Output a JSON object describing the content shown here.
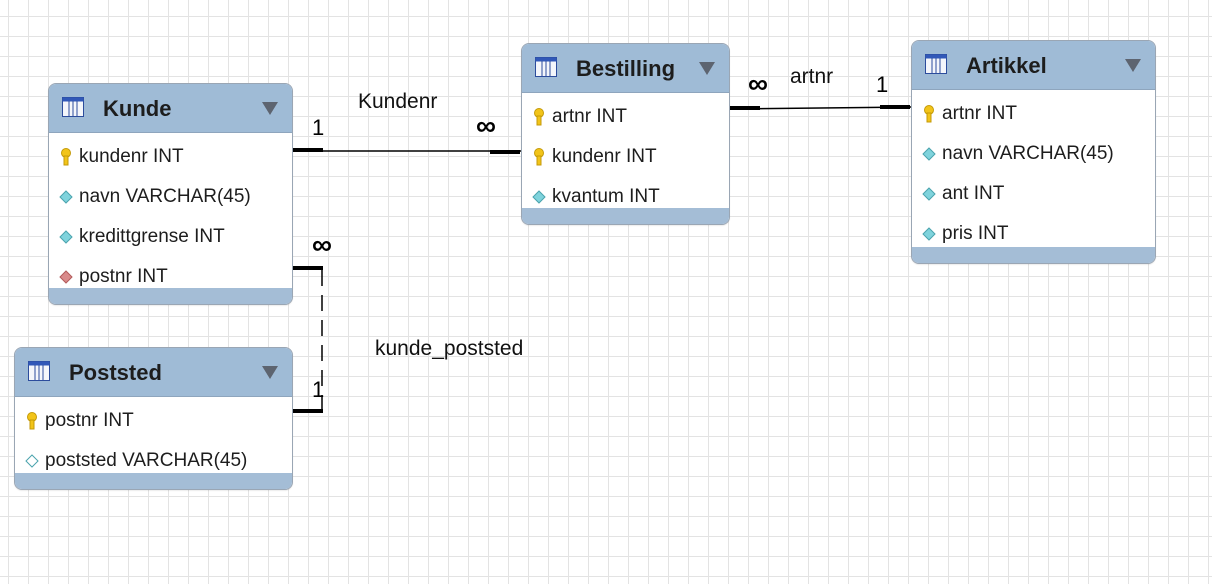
{
  "tables": {
    "kunde": {
      "name": "Kunde",
      "columns": [
        {
          "label": "kundenr INT",
          "icon": "key-icon"
        },
        {
          "label": "navn VARCHAR(45)",
          "icon": "attribute-diamond-icon"
        },
        {
          "label": "kredittgrense INT",
          "icon": "attribute-diamond-icon"
        },
        {
          "label": "postnr INT",
          "icon": "foreign-key-diamond-icon"
        }
      ]
    },
    "bestilling": {
      "name": "Bestilling",
      "columns": [
        {
          "label": "artnr INT",
          "icon": "key-icon"
        },
        {
          "label": "kundenr INT",
          "icon": "key-icon"
        },
        {
          "label": "kvantum INT",
          "icon": "attribute-diamond-icon"
        }
      ]
    },
    "artikkel": {
      "name": "Artikkel",
      "columns": [
        {
          "label": "artnr INT",
          "icon": "key-icon"
        },
        {
          "label": "navn VARCHAR(45)",
          "icon": "attribute-diamond-icon"
        },
        {
          "label": "ant INT",
          "icon": "attribute-diamond-icon"
        },
        {
          "label": "pris INT",
          "icon": "attribute-diamond-icon"
        }
      ]
    },
    "poststed": {
      "name": "Poststed",
      "columns": [
        {
          "label": "postnr INT",
          "icon": "key-icon"
        },
        {
          "label": "poststed VARCHAR(45)",
          "icon": "attribute-diamond-outline-icon"
        }
      ]
    }
  },
  "relationships": [
    {
      "name": "Kundenr",
      "from": "Kunde",
      "to": "Bestilling",
      "from_cardinality": "1",
      "to_cardinality": "∞",
      "line": "solid"
    },
    {
      "name": "artnr",
      "from": "Bestilling",
      "to": "Artikkel",
      "from_cardinality": "∞",
      "to_cardinality": "1",
      "line": "solid"
    },
    {
      "name": "kunde_poststed",
      "from": "Kunde",
      "to": "Poststed",
      "from_cardinality": "∞",
      "to_cardinality": "1",
      "line": "dashed"
    }
  ],
  "colors": {
    "header": "#9fbbd6",
    "footer": "#a4bdd6",
    "key": "#f2c419",
    "attribute": "#7fd3dc",
    "foreign_key": "#d98a8a"
  }
}
